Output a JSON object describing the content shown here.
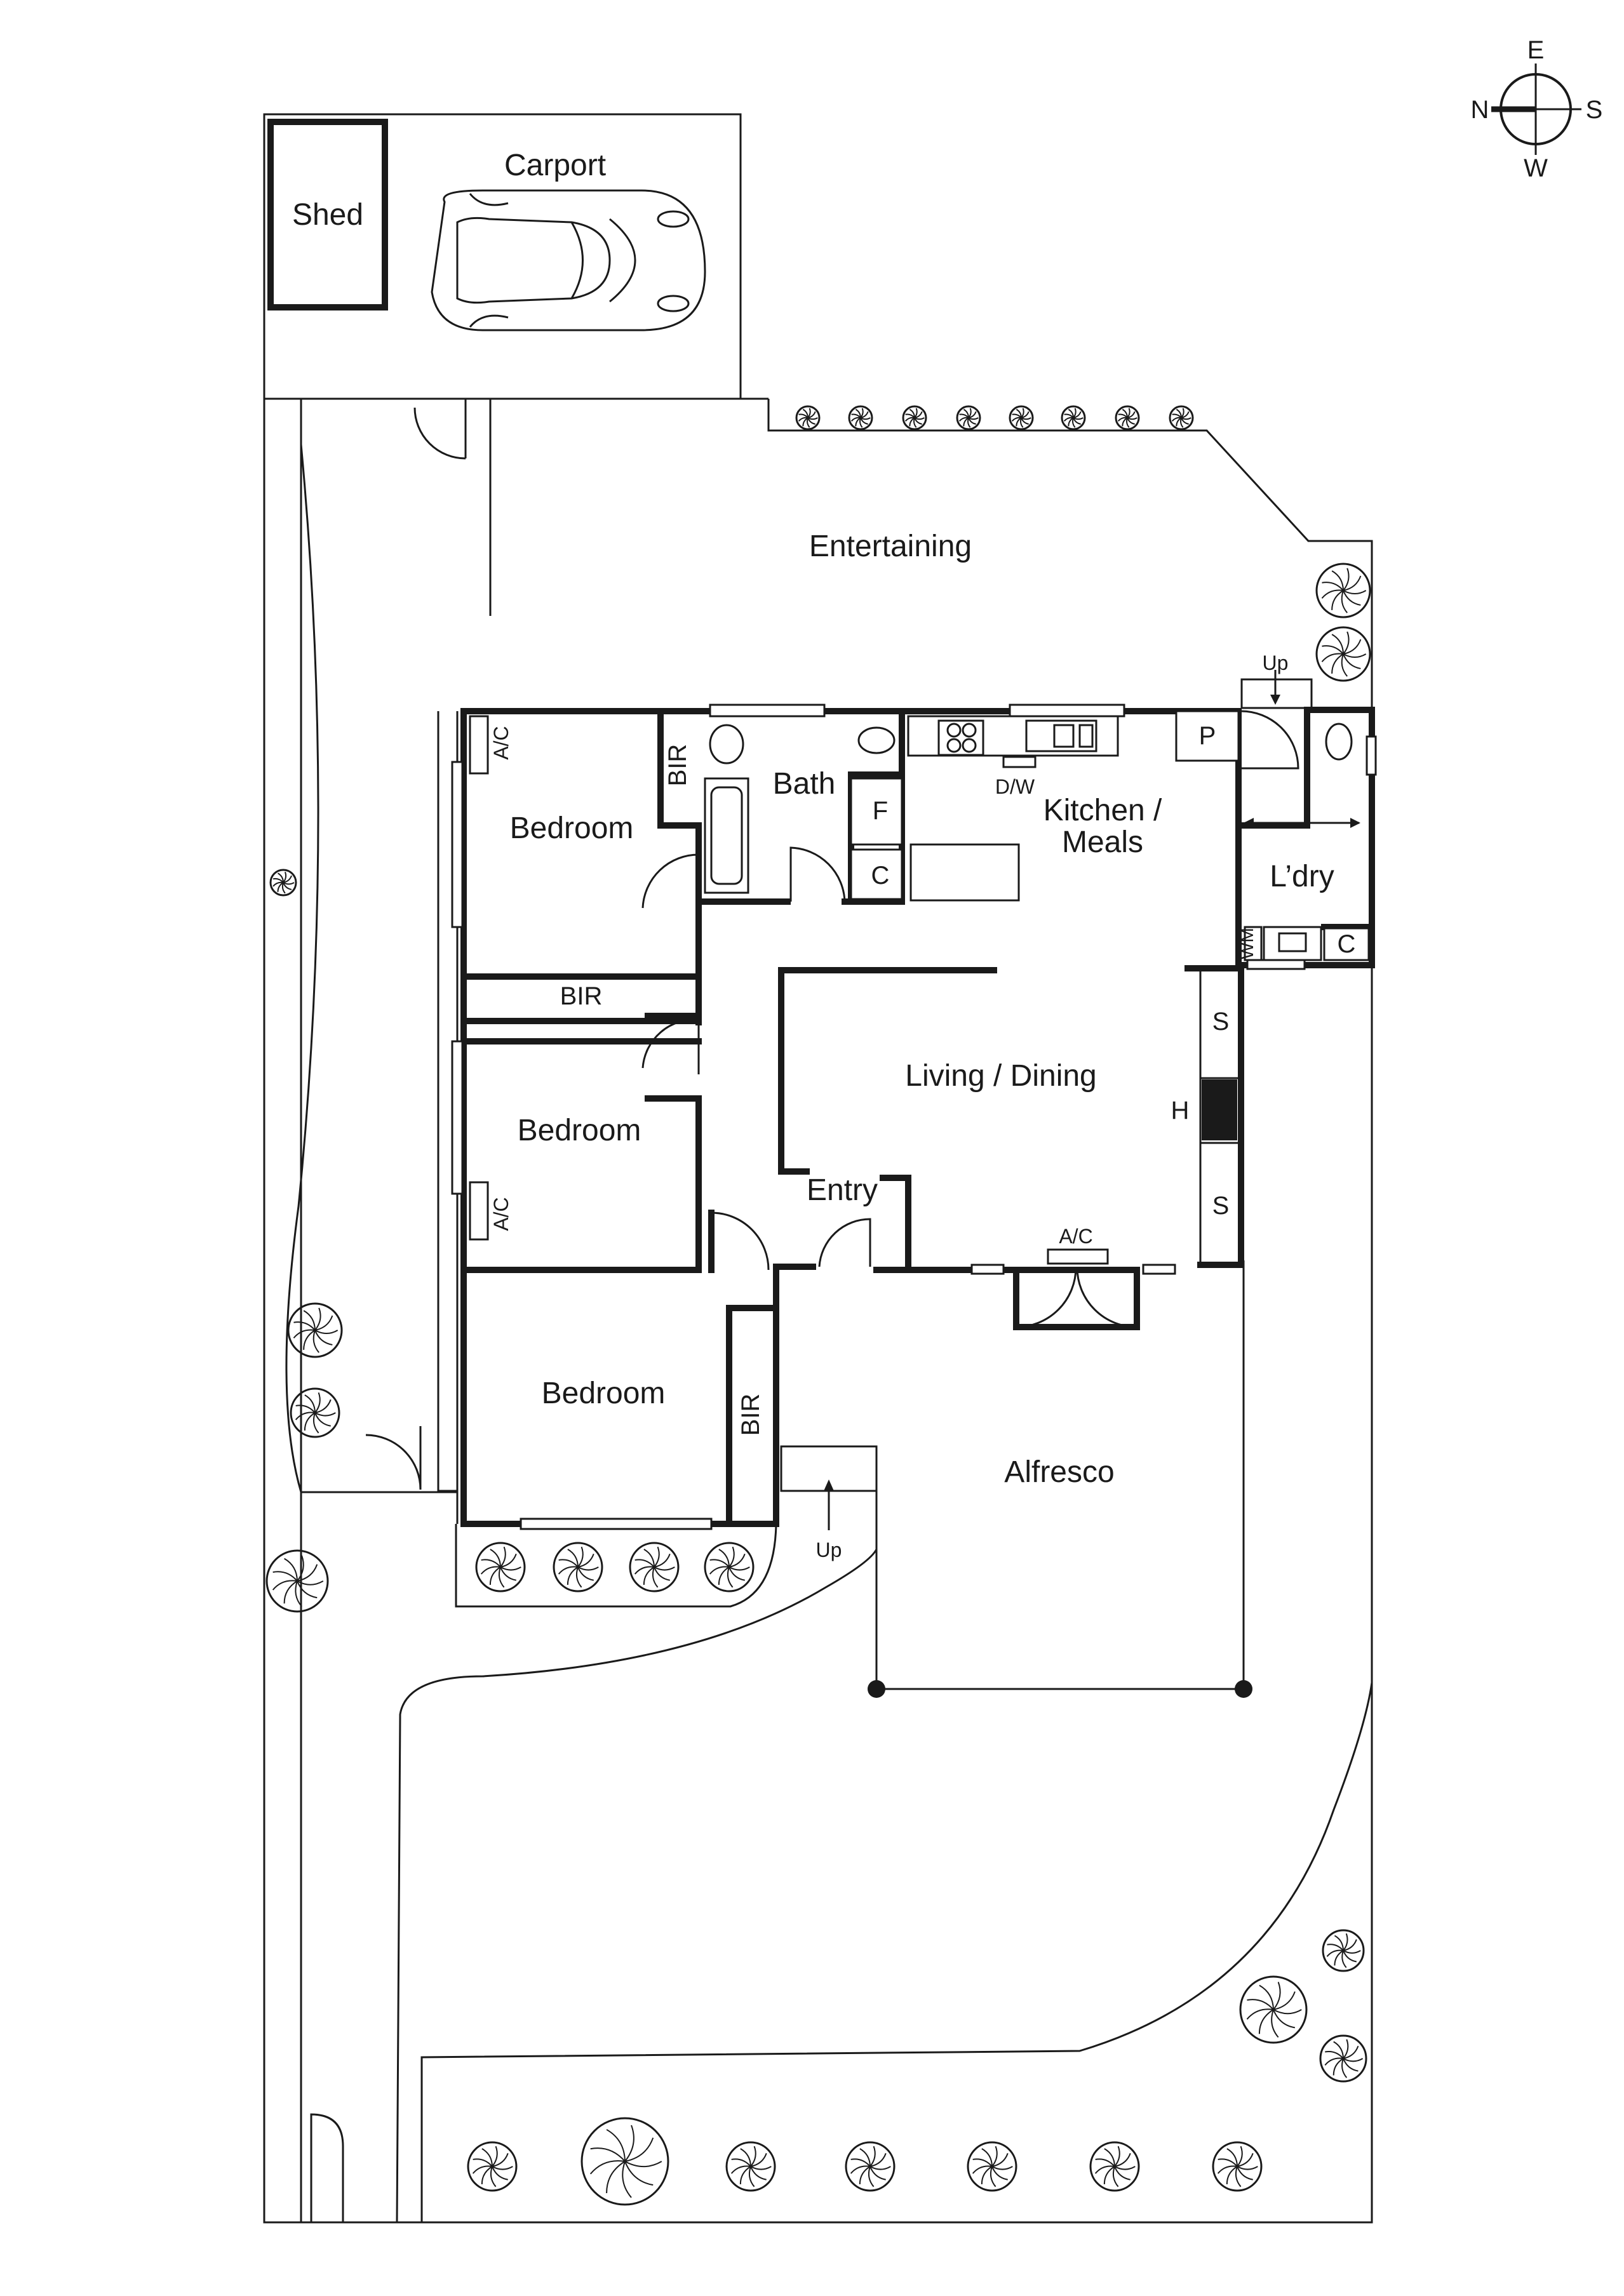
{
  "compass": {
    "n": "N",
    "e": "E",
    "s": "S",
    "w": "W"
  },
  "areas": {
    "carport": "Carport",
    "shed": "Shed",
    "entertaining": "Entertaining",
    "alfresco": "Alfresco"
  },
  "rooms": {
    "bedroom_1": "Bedroom",
    "bedroom_2": "Bedroom",
    "bedroom_3": "Bedroom",
    "bath": "Bath",
    "kitchen_line1": "Kitchen /",
    "kitchen_line2": "Meals",
    "laundry": "L’dry",
    "living": "Living / Dining",
    "entry": "Entry"
  },
  "fixtures": {
    "bir_1": "BIR",
    "bir_2": "BIR",
    "bir_3": "BIR",
    "ac_1": "A/C",
    "ac_2": "A/C",
    "ac_3": "A/C",
    "fridge": "F",
    "cupboard_1": "C",
    "cupboard_2": "C",
    "pantry": "P",
    "dishwasher": "D/W",
    "washing_machine": "WM",
    "storage_1": "S",
    "storage_2": "S",
    "heater": "H",
    "up_1": "Up",
    "up_2": "Up"
  }
}
